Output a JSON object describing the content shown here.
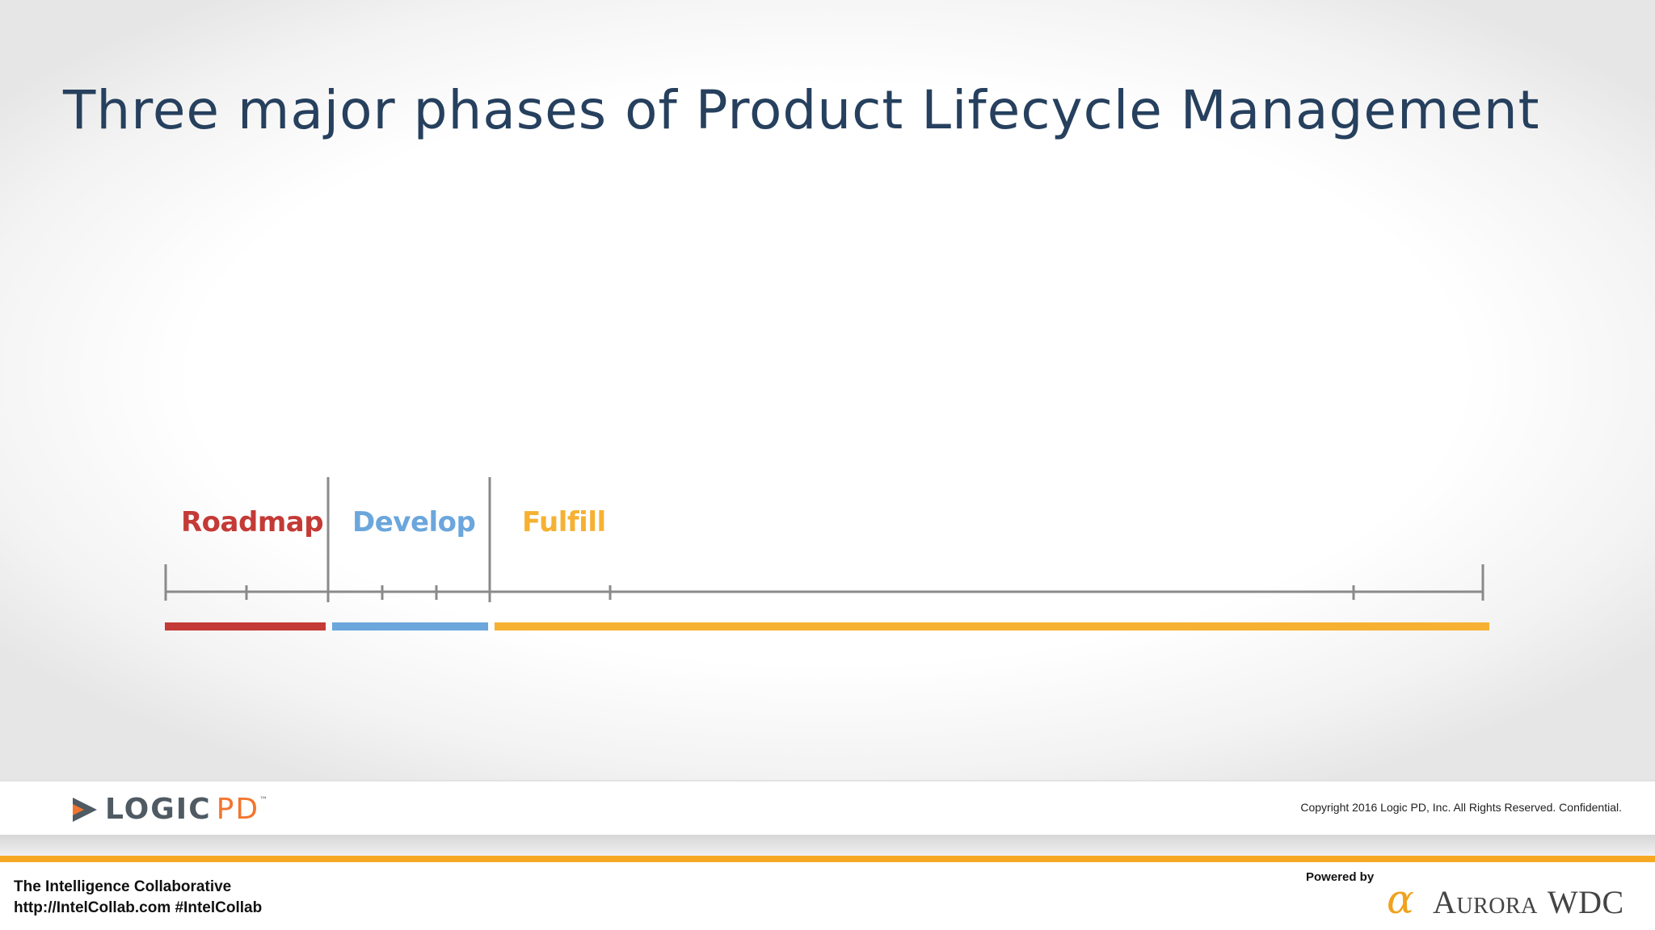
{
  "slide": {
    "title": "Three major phases of Product Lifecycle Management"
  },
  "phases": [
    {
      "label": "Roadmap",
      "color": "#c43a36"
    },
    {
      "label": "Develop",
      "color": "#6ba6dc"
    },
    {
      "label": "Fulfill",
      "color": "#f6b132"
    }
  ],
  "logo_bar": {
    "logo_logic": "LOGIC",
    "logo_pd": "PD",
    "logo_tm": "™",
    "copyright": "Copyright 2016 Logic PD, Inc.  All Rights Reserved.  Confidential."
  },
  "footer": {
    "line1": "The Intelligence Collaborative",
    "line2": "http://IntelCollab.com #IntelCollab",
    "powered_by": "Powered by",
    "brand_symbol": "α",
    "brand_name": "Aurora",
    "brand_suffix": "WDC"
  },
  "colors": {
    "title": "#26405e",
    "timeline_line": "#8a8a8a",
    "footer_stripe": "#f7a823"
  }
}
